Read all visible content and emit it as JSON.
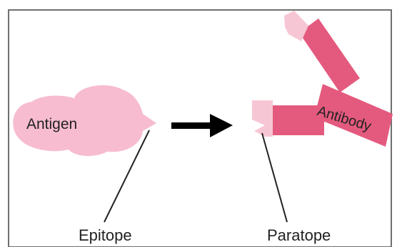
{
  "labels": {
    "antigen": "Antigen",
    "epitope": "Epitope",
    "paratope": "Paratope",
    "antibody": "Antibody"
  },
  "colors": {
    "antigen_fill": "#f7bcd0",
    "antibody_fill": "#e45a7e",
    "paratope_tip_fill": "#f7c6d4",
    "frame_border": "#6f6f6f",
    "arrow": "#000000",
    "line": "#222222"
  }
}
